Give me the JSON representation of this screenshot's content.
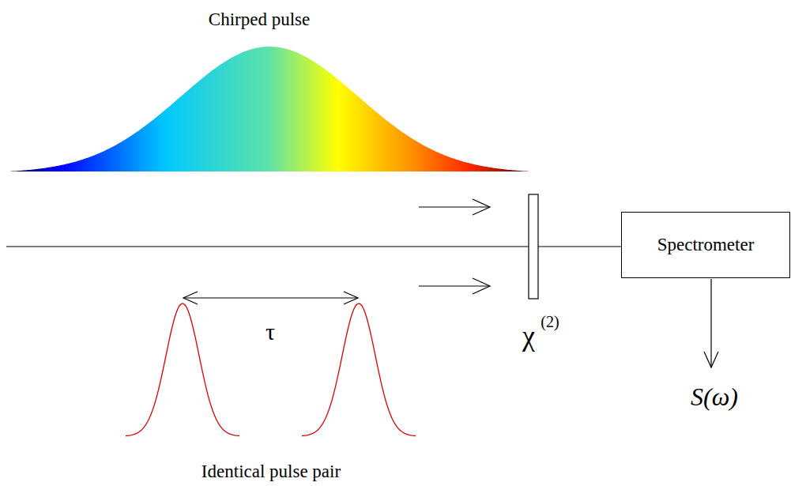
{
  "diagram": {
    "nodes": [
      {
        "text": [
          "Spectrometer"
        ]
      }
    ],
    "labels": [
      "Chirped pulse",
      "τ",
      "χ",
      "(2)",
      "S(ω)",
      "Identical pulse pair"
    ]
  }
}
